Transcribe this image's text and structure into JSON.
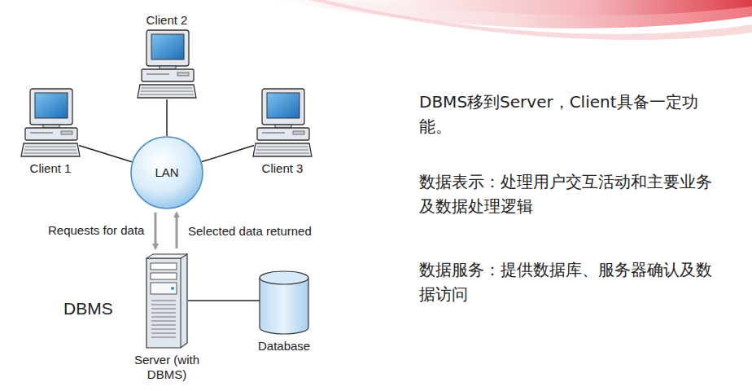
{
  "diagram": {
    "nodes": [
      {
        "text": [
          "Client 2"
        ]
      },
      {
        "text": [
          "Client 1"
        ]
      },
      {
        "text": [
          "LAN"
        ]
      },
      {
        "text": [
          "Client 3"
        ]
      },
      {
        "text": [
          "Server (with DBMS)"
        ]
      },
      {
        "text": [
          "Database"
        ]
      }
    ],
    "edges": [
      {
        "from": 0,
        "to": 2,
        "arrow": "none"
      },
      {
        "from": 1,
        "to": 2,
        "arrow": "none"
      },
      {
        "from": 3,
        "to": 2,
        "arrow": "none"
      },
      {
        "from": 2,
        "to": 4,
        "label": "Requests for data",
        "arrow": "to"
      },
      {
        "from": 4,
        "to": 2,
        "label": "Selected data returned",
        "arrow": "to"
      },
      {
        "from": 4,
        "to": 5,
        "arrow": "none"
      }
    ],
    "labels": [
      "DBMS",
      "DBMS移到Server，Client具备一定功能。",
      "数据表示：处理用户交互活动和主要业务及数据处理逻辑",
      "数据服务：提供数据库、服务器确认及数据访问"
    ]
  }
}
